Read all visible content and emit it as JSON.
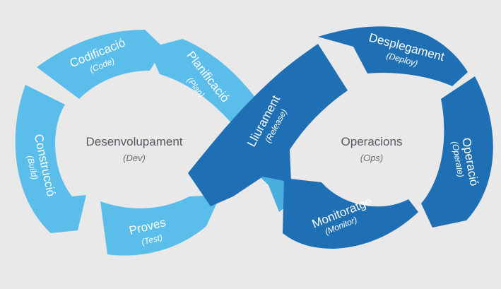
{
  "colors": {
    "background": "#e9e9ea",
    "dev_light": "#5bbde9",
    "dev_mid": "#4aaede",
    "ops_dark": "#1f6fb5",
    "ops_mid": "#2780c6"
  },
  "dev": {
    "title": "Desenvolupament",
    "subtitle": "(Dev)"
  },
  "ops": {
    "title": "Operacions",
    "subtitle": "(Ops)"
  },
  "stages": {
    "code": {
      "label": "Codificació",
      "sub": "(Code)"
    },
    "build": {
      "label": "Construcció",
      "sub": "(Build)"
    },
    "test": {
      "label": "Proves",
      "sub": "(Test)"
    },
    "plan": {
      "label": "Planificació",
      "sub": "(Plan)"
    },
    "release": {
      "label": "Lliurament",
      "sub": "(Release)"
    },
    "deploy": {
      "label": "Desplegament",
      "sub": "(Deploy)"
    },
    "operate": {
      "label": "Operació",
      "sub": "(Operate)"
    },
    "monitor": {
      "label": "Monitoratge",
      "sub": "(Monitor)"
    }
  }
}
